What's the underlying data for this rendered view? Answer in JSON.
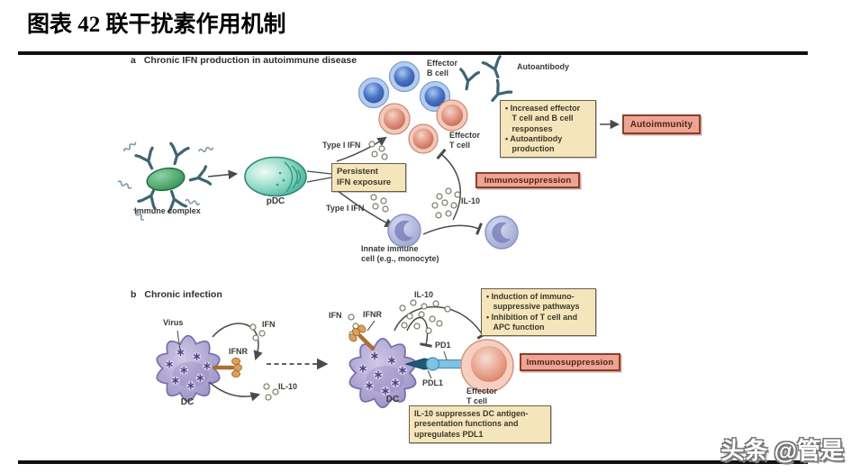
{
  "page": {
    "title": "图表 42 联干扰素作用机制",
    "watermark": "头条 @管是"
  },
  "panel_a": {
    "letter": "a",
    "title": "Chronic IFN production in autoimmune disease",
    "immune_complex": "Immune complex",
    "pdc": "pDC",
    "persistent_box": "Persistent\nIFN exposure",
    "type1_ifn_top": "Type I IFN",
    "type1_ifn_bottom": "Type I IFN",
    "effector_b": "Effector\nB cell",
    "effector_t": "Effector\nT cell",
    "autoantibody": "Autoantibody",
    "outcome_box": "• Increased effector\n   T cell and B cell\n   responses\n• Autoantibody\n   production",
    "autoimmunity": "Autoimmunity",
    "immunosuppression": "Immunosuppression",
    "il10": "IL-10",
    "innate_cell": "Innate immune\ncell (e.g., monocyte)"
  },
  "panel_b": {
    "letter": "b",
    "title": "Chronic infection",
    "virus": "Virus",
    "ifn_left": "IFN",
    "ifnr_left": "IFNR",
    "il10_left": "IL-10",
    "dc_left": "DC",
    "ifn_right": "IFN",
    "ifnr_right": "IFNR",
    "il10_right": "IL-10",
    "dc_right": "DC",
    "pd1": "PD1",
    "pdl1": "PDL1",
    "effector_t": "Effector\nT cell",
    "outcome_box": "• Induction of immuno-\n   suppressive pathways\n• Inhibition of T cell and\n   APC function",
    "immunosuppression": "Immunosuppression",
    "il10_box": "IL-10 suppresses DC antigen-\npresentation functions and\nupregulates PDL1"
  },
  "colors": {
    "box_beige": "#f5e5ba",
    "box_beige_border": "#63604e",
    "box_pink": "#eca495",
    "box_pink_border": "#8e3d2a",
    "b_cell_blue": "#4a74c6",
    "t_cell_red": "#d8836e",
    "pdc_teal": "#4ab8a2",
    "dc_purple": "#9188c2",
    "monocyte_lavender": "#bcc3e3",
    "ifnr_orange": "#dba05f",
    "pd1_light_blue": "#7fc2e2",
    "pdl1_navy": "#1e5a78",
    "immune_complex_green": "#2f8f52",
    "antibody_teal": "#3e6572",
    "arrow_gray": "#4a4a4a"
  }
}
